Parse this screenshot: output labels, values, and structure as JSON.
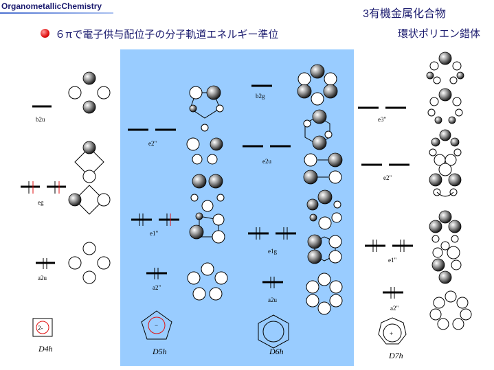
{
  "header": {
    "brand": "OrganometallicChemistry",
    "title": "3有機金属化合物",
    "subtitle": "環状ポリエン錯体"
  },
  "slide": {
    "heading": "６πで電子供与配位子の分子軌道エネルギー準位"
  },
  "levels": {
    "d4h": {
      "b2u": "b2u",
      "eg": "eg",
      "a2u": "a2u",
      "symmetry": "D4h",
      "charge": "2-"
    },
    "d5h": {
      "e2": "e2\"",
      "e1": "e1\"",
      "a2": "a2\"",
      "symmetry": "D5h",
      "charge": "−"
    },
    "d6h": {
      "b2g": "b2g",
      "e2u": "e2u",
      "e1g": "e1g",
      "a2u": "a2u",
      "symmetry": "D6h"
    },
    "d7h": {
      "e3": "e3\"",
      "e2": "e2\"",
      "e1": "e1\"",
      "a2": "a2\"",
      "symmetry": "D7h",
      "charge": "+"
    }
  },
  "colors": {
    "panel": "#99ccff",
    "accent": "#e01010",
    "title": "#1a1a6e"
  }
}
